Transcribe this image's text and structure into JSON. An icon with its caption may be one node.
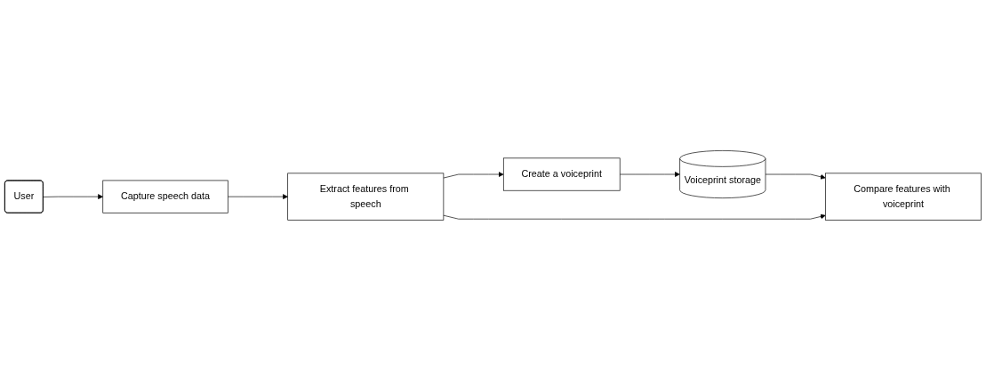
{
  "diagram": {
    "nodes": [
      {
        "text": [
          "User"
        ]
      },
      {
        "text": [
          "Capture speech data"
        ]
      },
      {
        "text": [
          "Extract features from speech"
        ]
      },
      {
        "text": [
          "Create a voiceprint"
        ]
      },
      {
        "text": [
          "Voiceprint storage"
        ]
      },
      {
        "text": [
          "Compare features with voiceprint"
        ]
      }
    ],
    "edges": [
      {
        "from": 0,
        "to": 1,
        "arrow": "to"
      },
      {
        "from": 1,
        "to": 2,
        "arrow": "to"
      },
      {
        "from": 2,
        "to": 3,
        "arrow": "to"
      },
      {
        "from": 3,
        "to": 4,
        "arrow": "to"
      },
      {
        "from": 4,
        "to": 5,
        "arrow": "to"
      },
      {
        "from": 2,
        "to": 5,
        "arrow": "to"
      }
    ]
  }
}
